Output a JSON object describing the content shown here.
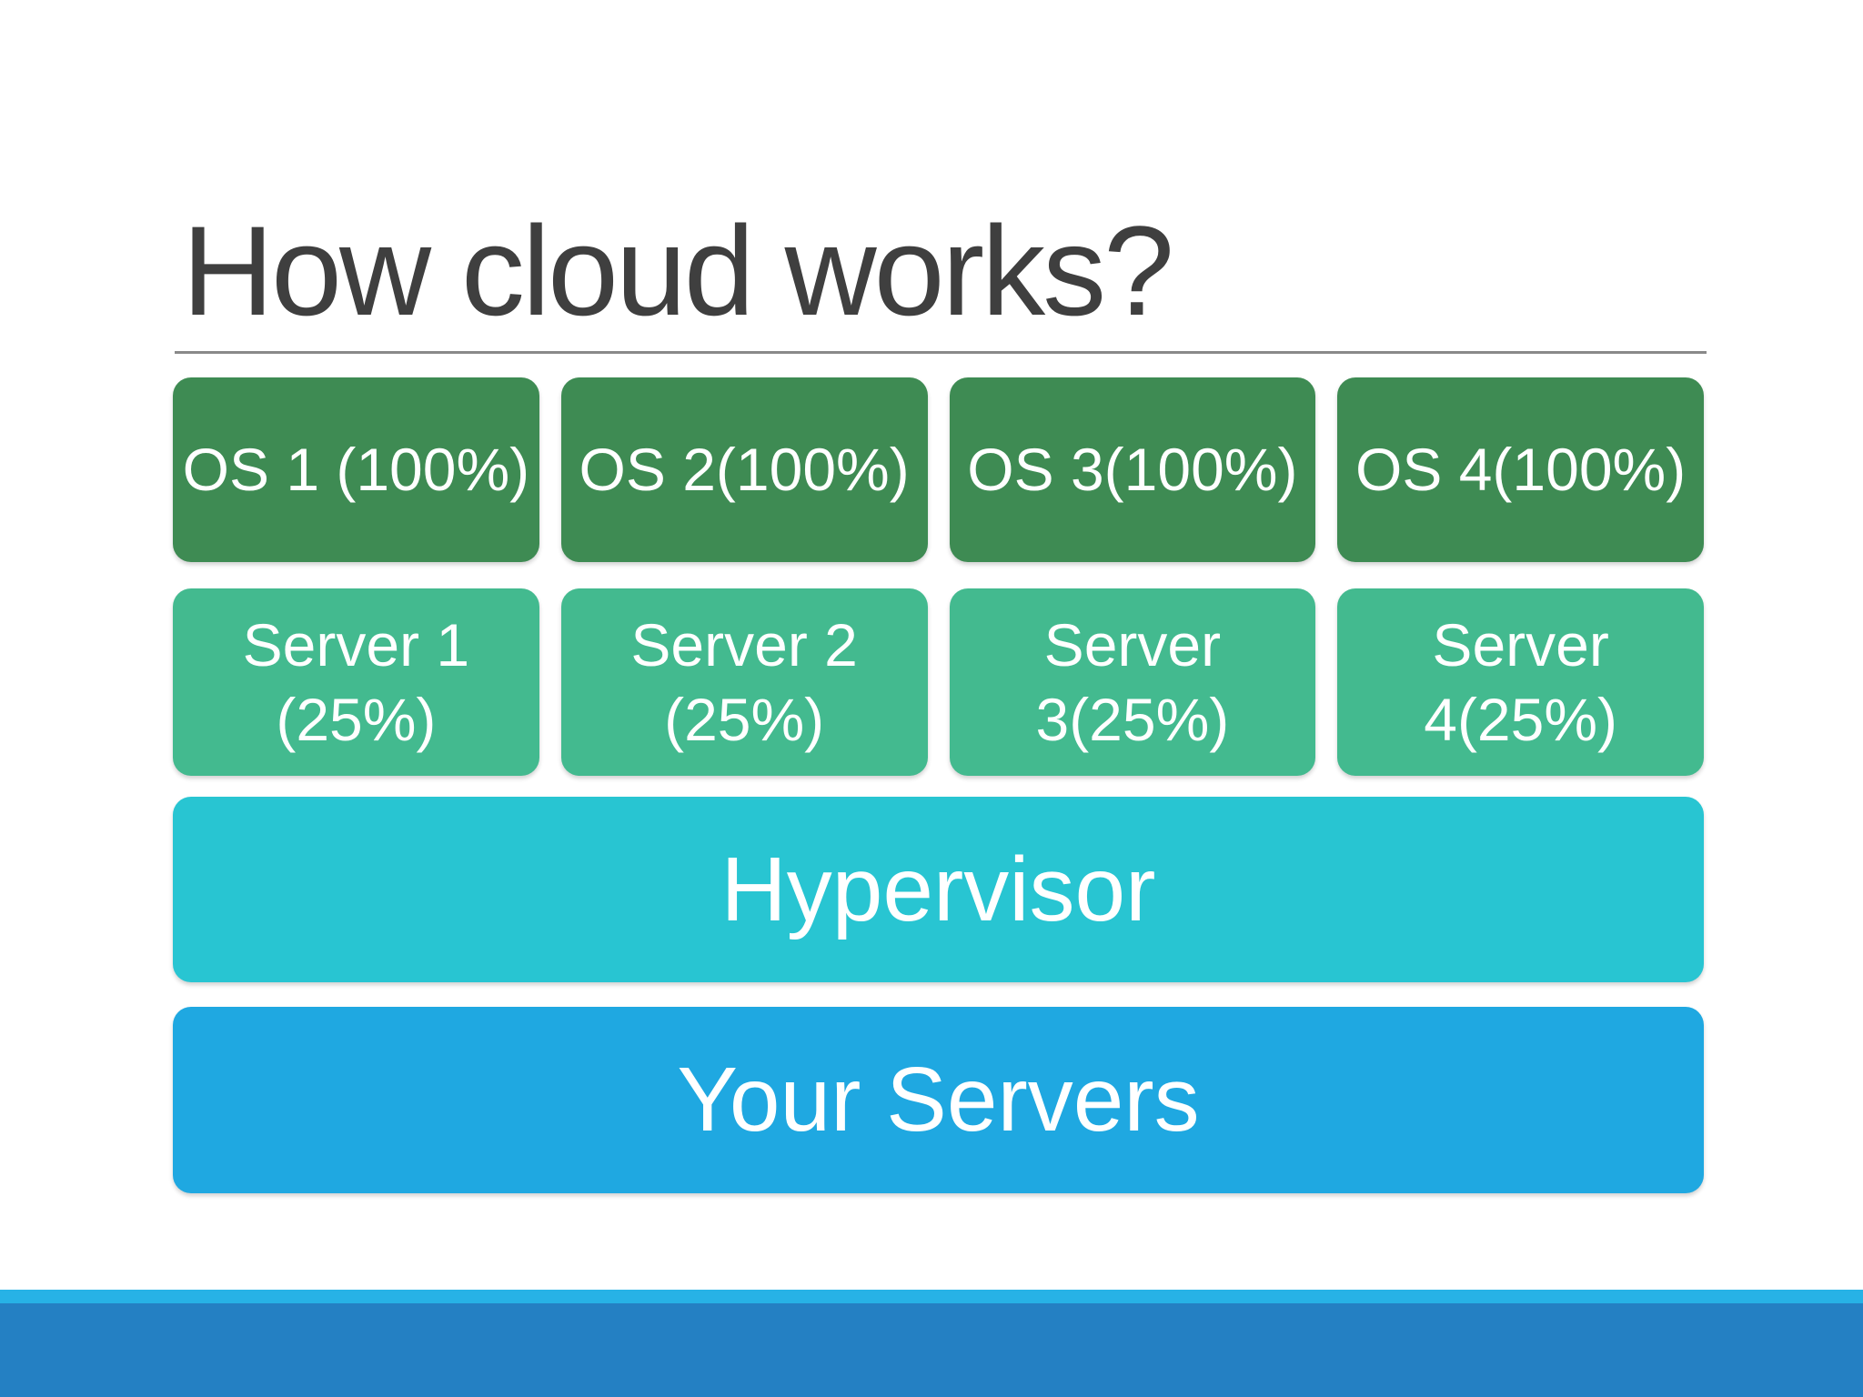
{
  "slide": {
    "title": "How cloud works?",
    "os_boxes": [
      {
        "label": "OS 1 (100%)"
      },
      {
        "label": "OS 2(100%)"
      },
      {
        "label": "OS 3(100%)"
      },
      {
        "label": "OS 4(100%)"
      }
    ],
    "server_boxes": [
      {
        "line1": "Server 1",
        "line2": "(25%)"
      },
      {
        "line1": "Server 2",
        "line2": "(25%)"
      },
      {
        "line1": "Server",
        "line2": "3(25%)"
      },
      {
        "line1": "Server",
        "line2": "4(25%)"
      }
    ],
    "hypervisor": {
      "label": "Hypervisor"
    },
    "your_servers": {
      "label": "Your Servers"
    },
    "colors": {
      "os_box": "#3E8B53",
      "server_box": "#43BA8F",
      "hypervisor_box": "#28C5D2",
      "your_servers_box": "#1FA8E1",
      "footer_strip": "#27B2E6",
      "footer_bar": "#2480C3",
      "title_text": "#3F3F3F",
      "rule": "#898989"
    }
  }
}
